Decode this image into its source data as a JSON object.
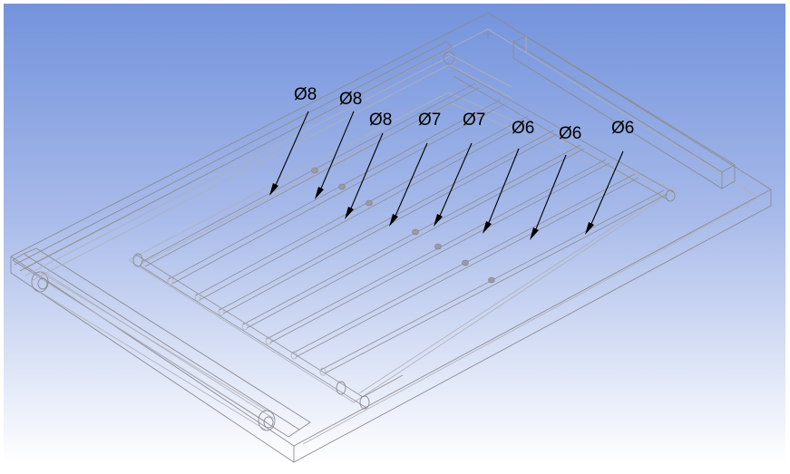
{
  "view": {
    "background_top": "#7393dc",
    "background_bottom": "#ffffff",
    "wire_color": "#8c8c92"
  },
  "callouts": [
    {
      "label": "Ø8"
    },
    {
      "label": "Ø8"
    },
    {
      "label": "Ø8"
    },
    {
      "label": "Ø7"
    },
    {
      "label": "Ø7"
    },
    {
      "label": "Ø6"
    },
    {
      "label": "Ø6"
    },
    {
      "label": "Ø6"
    }
  ],
  "caption": ""
}
